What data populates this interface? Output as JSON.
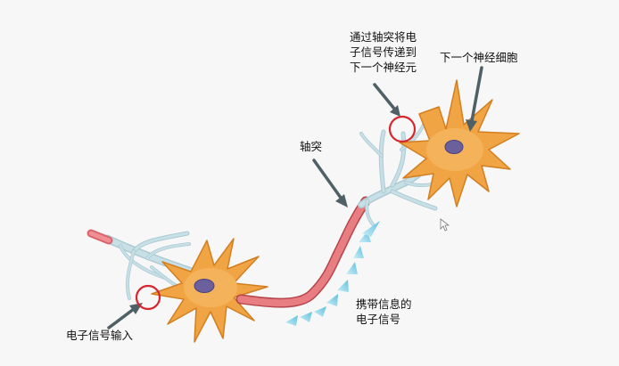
{
  "labels": {
    "axon_terminal_line1": "通过轴突将电",
    "axon_terminal_line2": "子信号传递到",
    "axon_terminal_line3": "下一个神经元",
    "next_neuron": "下一个神经细胞",
    "axon": "轴突",
    "signal_line1": "携带信息的",
    "signal_line2": "电子信号",
    "signal_input": "电子信号输入"
  },
  "colors": {
    "cell_body": "#f1a443",
    "cell_body_edge": "#d27f22",
    "nucleus": "#6b5f9c",
    "axon_segment": "#e06b70",
    "dendrite_tree": "#c7dfe6",
    "arrow": "#4f6166",
    "highlight_circle": "#d8262f",
    "signal_flow": "#6fc7e1"
  }
}
